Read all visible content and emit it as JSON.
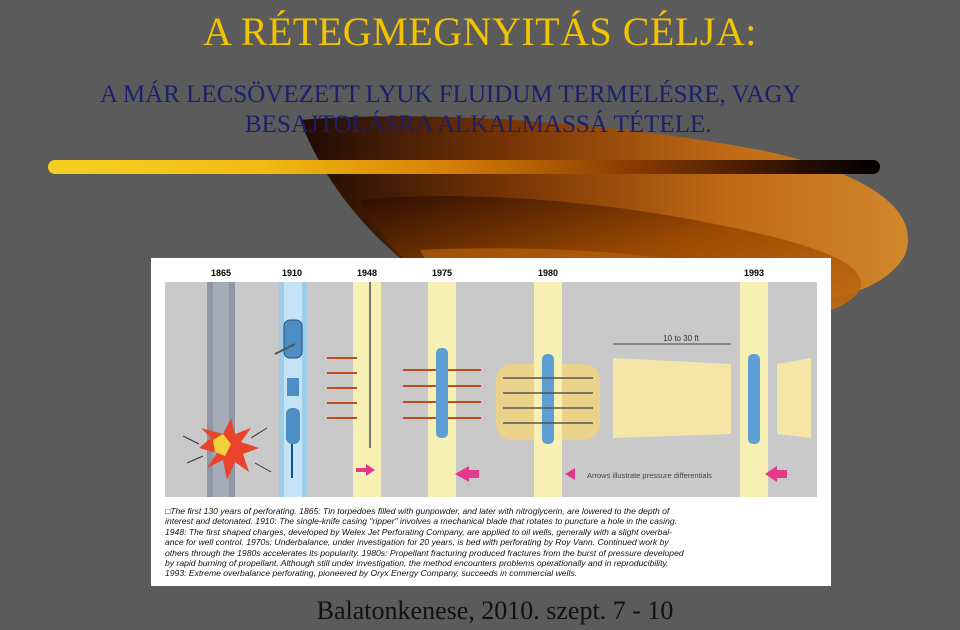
{
  "slide": {
    "title": "A RÉTEGMEGNYITÁS  CÉLJA:",
    "subtitle_line1": "A MÁR LECSÖVEZETT LYUK FLUIDUM TERMELÉSRE, VAGY",
    "subtitle_line2": "BESAJTOLÁSRA ALKALMASSÁ TÉTELE.",
    "footer": "Balatonkenese, 2010. szept.  7 - 10",
    "accent_color": "#f2c400",
    "subtitle_color": "#1a1f6e"
  },
  "figure": {
    "years": [
      "1865",
      "1910",
      "1948",
      "1975",
      "1980",
      "1993"
    ],
    "distance_label": "10 to 30 ft",
    "arrows_note": "Arrows illustrate pressure differentials",
    "caption_lines": [
      "□The first 130 years of perforating. 1865: Tin torpedoes filled with gunpowder, and later with nitroglycerin, are lowered to the depth of",
      "interest and detonated. 1910: The single-knife casing \"ripper\" involves a mechanical blade that rotates to puncture a hole in the casing.",
      "1948: The first shaped charges, developed by Welex Jet Perforating Company, are applied to oil wells, generally with a slight overbal-",
      "ance for well control. 1970s: Underbalance, under investigation for 20 years, is bed with perforating by Roy Vann. Continued work by",
      "others through the 1980s accelerates its popularity. 1980s: Propellant fracturing produced fractures from the burst of pressure developed",
      "by rapid burning of propellant. Although still under investigation, the method encounters problems operationally and in reproducibility.",
      "1993: Extreme overbalance perforating, pioneered by Oryx Energy Company, succeeds in commercial wells."
    ]
  }
}
